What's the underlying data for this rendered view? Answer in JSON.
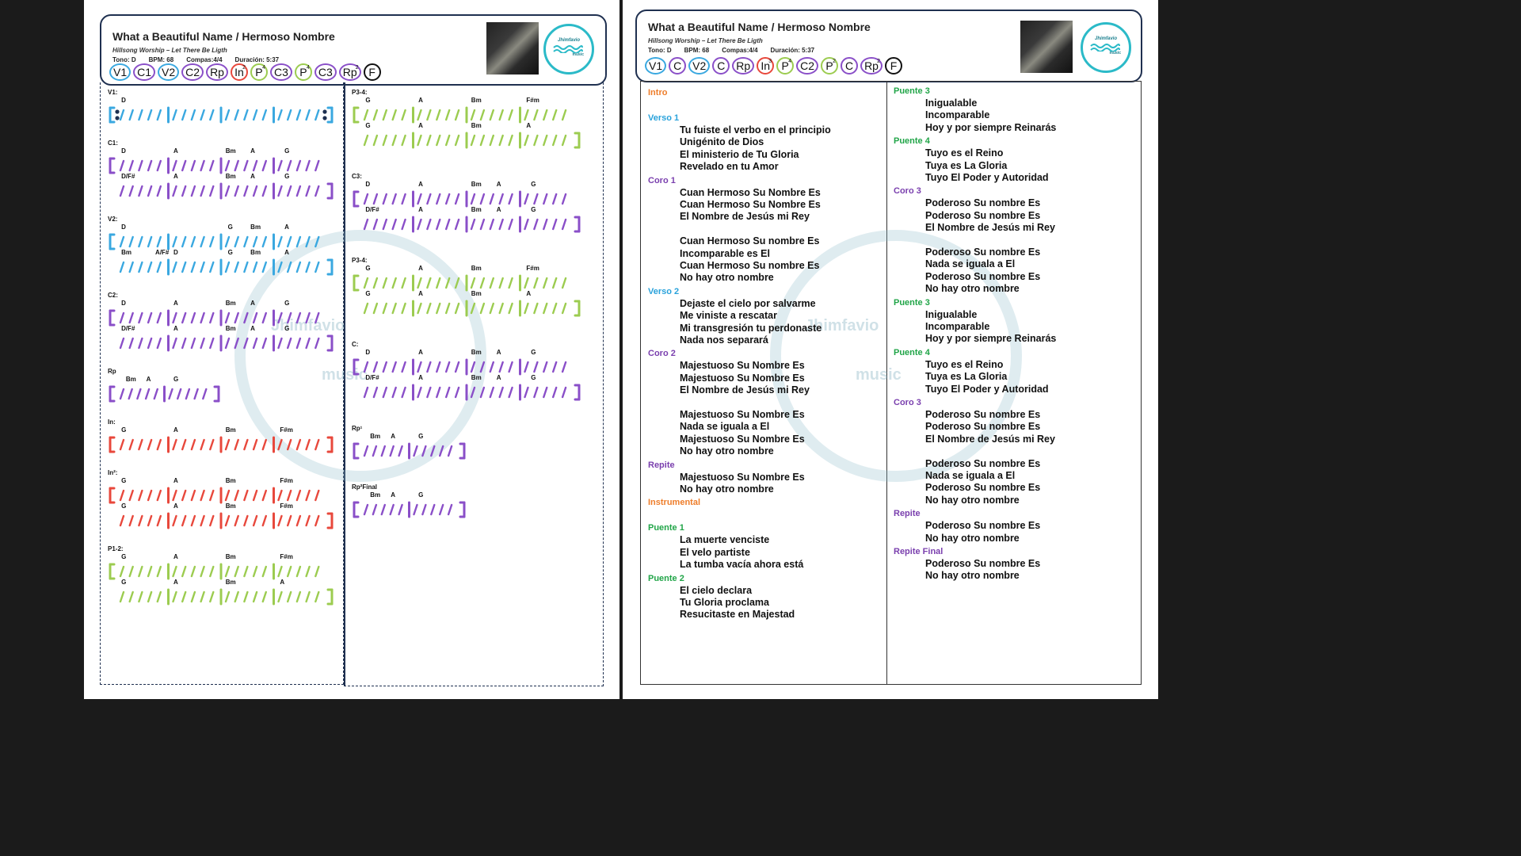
{
  "song": {
    "title": "What a Beautiful Name / Hermoso Nombre",
    "subtitle": "Hillsong Worship – Let There Be Ligth",
    "tono": "Tono: D",
    "bpm": "BPM: 68",
    "compas": "Compas:4/4",
    "duracion": "Duración: 5:37"
  },
  "logo": {
    "name": "Jhimfavio",
    "sub": "music"
  },
  "watermark": {
    "name": "Jhimfavio",
    "sub": "music"
  },
  "colors": {
    "blue": "#3aa8e0",
    "purple": "#8a4fc8",
    "green": "#9ccc50",
    "red": "#e8483c",
    "orange": "#ee7d2a",
    "verse": "#29a2db",
    "coro": "#7a3fae",
    "puente": "#21a548",
    "black": "#111111",
    "frame": "#1f3050"
  },
  "roadmap_left": [
    {
      "label": "V1",
      "sup": "",
      "color": "blue"
    },
    {
      "label": "C1",
      "sup": "",
      "color": "purple"
    },
    {
      "label": "V2",
      "sup": "",
      "color": "blue"
    },
    {
      "label": "C2",
      "sup": "",
      "color": "purple"
    },
    {
      "label": "Rp",
      "sup": "",
      "color": "purple"
    },
    {
      "label": "In",
      "sup": "2",
      "color": "red"
    },
    {
      "label": "P",
      "sup": "4",
      "color": "green"
    },
    {
      "label": "C3",
      "sup": "",
      "color": "purple"
    },
    {
      "label": "P",
      "sup": "4",
      "color": "green"
    },
    {
      "label": "C3",
      "sup": "",
      "color": "purple"
    },
    {
      "label": "Rp",
      "sup": "2",
      "color": "purple"
    },
    {
      "label": "F",
      "sup": "",
      "color": "black"
    }
  ],
  "roadmap_right": [
    {
      "label": "V1",
      "sup": "",
      "color": "blue"
    },
    {
      "label": "C",
      "sup": "",
      "color": "purple"
    },
    {
      "label": "V2",
      "sup": "",
      "color": "blue"
    },
    {
      "label": "C",
      "sup": "",
      "color": "purple"
    },
    {
      "label": "Rp",
      "sup": "",
      "color": "purple"
    },
    {
      "label": "In",
      "sup": "3",
      "color": "red"
    },
    {
      "label": "P",
      "sup": "4",
      "color": "green"
    },
    {
      "label": "C2",
      "sup": "",
      "color": "purple"
    },
    {
      "label": "P",
      "sup": "2",
      "color": "green"
    },
    {
      "label": "C",
      "sup": "",
      "color": "purple"
    },
    {
      "label": "Rp",
      "sup": "2",
      "color": "purple"
    },
    {
      "label": "F",
      "sup": "",
      "color": "black"
    }
  ],
  "chart_left": [
    {
      "label": "V1:",
      "rows": [
        {
          "chords": [
            {
              "t": "D",
              "p": 0.06
            }
          ],
          "color": "blue",
          "bars": 4,
          "repeat": true
        }
      ]
    },
    {
      "label": "C1:",
      "rows": [
        {
          "chords": [
            {
              "t": "D",
              "p": 0.06
            },
            {
              "t": "A",
              "p": 0.29
            },
            {
              "t": "Bm",
              "p": 0.52
            },
            {
              "t": "A",
              "p": 0.63
            },
            {
              "t": "G",
              "p": 0.78
            }
          ],
          "color": "purple",
          "bars": 4,
          "open": true
        },
        {
          "chords": [
            {
              "t": "D/F#",
              "p": 0.06
            },
            {
              "t": "A",
              "p": 0.29
            },
            {
              "t": "Bm",
              "p": 0.52
            },
            {
              "t": "A",
              "p": 0.63
            },
            {
              "t": "G",
              "p": 0.78
            }
          ],
          "color": "purple",
          "bars": 4,
          "close": true
        }
      ]
    },
    {
      "label": "V2:",
      "rows": [
        {
          "chords": [
            {
              "t": "D",
              "p": 0.06
            },
            {
              "t": "G",
              "p": 0.53
            },
            {
              "t": "Bm",
              "p": 0.63
            },
            {
              "t": "A",
              "p": 0.78
            }
          ],
          "color": "blue",
          "bars": 4,
          "open": true
        },
        {
          "chords": [
            {
              "t": "Bm",
              "p": 0.06
            },
            {
              "t": "A/F#",
              "p": 0.21
            },
            {
              "t": "D",
              "p": 0.29
            },
            {
              "t": "G",
              "p": 0.53
            },
            {
              "t": "Bm",
              "p": 0.63
            },
            {
              "t": "A",
              "p": 0.78
            }
          ],
          "color": "blue",
          "bars": 4,
          "close": true
        }
      ]
    },
    {
      "label": "C2:",
      "rows": [
        {
          "chords": [
            {
              "t": "D",
              "p": 0.06
            },
            {
              "t": "A",
              "p": 0.29
            },
            {
              "t": "Bm",
              "p": 0.52
            },
            {
              "t": "A",
              "p": 0.63
            },
            {
              "t": "G",
              "p": 0.78
            }
          ],
          "color": "purple",
          "bars": 4,
          "open": true
        },
        {
          "chords": [
            {
              "t": "D/F#",
              "p": 0.06
            },
            {
              "t": "A",
              "p": 0.29
            },
            {
              "t": "Bm",
              "p": 0.52
            },
            {
              "t": "A",
              "p": 0.63
            },
            {
              "t": "G",
              "p": 0.78
            }
          ],
          "color": "purple",
          "bars": 4,
          "close": true
        }
      ]
    },
    {
      "label": "Rp",
      "rows": [
        {
          "chords": [
            {
              "t": "Bm",
              "p": 0.08
            },
            {
              "t": "A",
              "p": 0.17
            },
            {
              "t": "G",
              "p": 0.29
            }
          ],
          "color": "purple",
          "bars": 2,
          "open": true,
          "close": true
        }
      ]
    },
    {
      "label": "In:",
      "rows": [
        {
          "chords": [
            {
              "t": "G",
              "p": 0.06
            },
            {
              "t": "A",
              "p": 0.29
            },
            {
              "t": "Bm",
              "p": 0.52
            },
            {
              "t": "F#m",
              "p": 0.76
            }
          ],
          "color": "red",
          "bars": 4,
          "open": true,
          "close": true
        }
      ]
    },
    {
      "label": "In²:",
      "rows": [
        {
          "chords": [
            {
              "t": "G",
              "p": 0.06
            },
            {
              "t": "A",
              "p": 0.29
            },
            {
              "t": "Bm",
              "p": 0.52
            },
            {
              "t": "F#m",
              "p": 0.76
            }
          ],
          "color": "red",
          "bars": 4,
          "open": true
        },
        {
          "chords": [
            {
              "t": "G",
              "p": 0.06
            },
            {
              "t": "A",
              "p": 0.29
            },
            {
              "t": "Bm",
              "p": 0.52
            },
            {
              "t": "F#m",
              "p": 0.76
            }
          ],
          "color": "red",
          "bars": 4,
          "close": true
        }
      ]
    },
    {
      "label": "P1-2:",
      "rows": [
        {
          "chords": [
            {
              "t": "G",
              "p": 0.06
            },
            {
              "t": "A",
              "p": 0.29
            },
            {
              "t": "Bm",
              "p": 0.52
            },
            {
              "t": "F#m",
              "p": 0.76
            }
          ],
          "color": "green",
          "bars": 4,
          "open": true
        },
        {
          "chords": [
            {
              "t": "G",
              "p": 0.06
            },
            {
              "t": "A",
              "p": 0.29
            },
            {
              "t": "Bm",
              "p": 0.52
            },
            {
              "t": "A",
              "p": 0.76
            }
          ],
          "color": "green",
          "bars": 4,
          "close": true
        }
      ]
    }
  ],
  "chart_right": [
    {
      "label": "P3-4:",
      "rows": [
        {
          "chords": [
            {
              "t": "G",
              "p": 0.06
            },
            {
              "t": "A",
              "p": 0.29
            },
            {
              "t": "Bm",
              "p": 0.52
            },
            {
              "t": "F#m",
              "p": 0.76
            }
          ],
          "color": "green",
          "bars": 4,
          "open": true
        },
        {
          "chords": [
            {
              "t": "G",
              "p": 0.06
            },
            {
              "t": "A",
              "p": 0.29
            },
            {
              "t": "Bm",
              "p": 0.52
            },
            {
              "t": "A",
              "p": 0.76
            }
          ],
          "color": "green",
          "bars": 4,
          "close": true
        }
      ]
    },
    {
      "label": "C3:",
      "rows": [
        {
          "chords": [
            {
              "t": "D",
              "p": 0.06
            },
            {
              "t": "A",
              "p": 0.29
            },
            {
              "t": "Bm",
              "p": 0.52
            },
            {
              "t": "A",
              "p": 0.63
            },
            {
              "t": "G",
              "p": 0.78
            }
          ],
          "color": "purple",
          "bars": 4,
          "open": true
        },
        {
          "chords": [
            {
              "t": "D/F#",
              "p": 0.06
            },
            {
              "t": "A",
              "p": 0.29
            },
            {
              "t": "Bm",
              "p": 0.52
            },
            {
              "t": "A",
              "p": 0.63
            },
            {
              "t": "G",
              "p": 0.78
            }
          ],
          "color": "purple",
          "bars": 4,
          "close": true
        }
      ]
    },
    {
      "label": "P3-4:",
      "rows": [
        {
          "chords": [
            {
              "t": "G",
              "p": 0.06
            },
            {
              "t": "A",
              "p": 0.29
            },
            {
              "t": "Bm",
              "p": 0.52
            },
            {
              "t": "F#m",
              "p": 0.76
            }
          ],
          "color": "green",
          "bars": 4,
          "open": true
        },
        {
          "chords": [
            {
              "t": "G",
              "p": 0.06
            },
            {
              "t": "A",
              "p": 0.29
            },
            {
              "t": "Bm",
              "p": 0.52
            },
            {
              "t": "A",
              "p": 0.76
            }
          ],
          "color": "green",
          "bars": 4,
          "close": true
        }
      ]
    },
    {
      "label": "C:",
      "rows": [
        {
          "chords": [
            {
              "t": "D",
              "p": 0.06
            },
            {
              "t": "A",
              "p": 0.29
            },
            {
              "t": "Bm",
              "p": 0.52
            },
            {
              "t": "A",
              "p": 0.63
            },
            {
              "t": "G",
              "p": 0.78
            }
          ],
          "color": "purple",
          "bars": 4,
          "open": true
        },
        {
          "chords": [
            {
              "t": "D/F#",
              "p": 0.06
            },
            {
              "t": "A",
              "p": 0.29
            },
            {
              "t": "Bm",
              "p": 0.52
            },
            {
              "t": "A",
              "p": 0.63
            },
            {
              "t": "G",
              "p": 0.78
            }
          ],
          "color": "purple",
          "bars": 4,
          "close": true
        }
      ]
    },
    {
      "label": "Rp¹",
      "rows": [
        {
          "chords": [
            {
              "t": "Bm",
              "p": 0.08
            },
            {
              "t": "A",
              "p": 0.17
            },
            {
              "t": "G",
              "p": 0.29
            }
          ],
          "color": "purple",
          "bars": 2,
          "open": true,
          "close": true
        }
      ]
    },
    {
      "label": "Rp²Final",
      "rows": [
        {
          "chords": [
            {
              "t": "Bm",
              "p": 0.08
            },
            {
              "t": "A",
              "p": 0.17
            },
            {
              "t": "G",
              "p": 0.29
            }
          ],
          "color": "purple",
          "bars": 2,
          "open": true,
          "close": true
        }
      ]
    }
  ],
  "lyrics_left": [
    {
      "title": "Intro",
      "color": "orange",
      "lines": []
    },
    {
      "title": "Verso 1",
      "color": "verse",
      "lines": [
        "Tu fuiste el verbo en el principio",
        "Unigénito de Dios",
        "El ministerio de Tu Gloria",
        "Revelado en tu Amor"
      ]
    },
    {
      "title": "Coro 1",
      "color": "coro",
      "lines": [
        "Cuan Hermoso Su Nombre Es",
        "Cuan Hermoso Su Nombre Es",
        "El Nombre de Jesús mi Rey",
        "",
        "Cuan Hermoso Su nombre Es",
        "Incomparable es El",
        "Cuan Hermoso Su nombre Es",
        "No hay otro nombre"
      ]
    },
    {
      "title": "Verso 2",
      "color": "verse",
      "lines": [
        "Dejaste el cielo por salvarme",
        "Me viniste a rescatar",
        "Mi transgresión tu perdonaste",
        "Nada nos separará"
      ]
    },
    {
      "title": "Coro 2",
      "color": "coro",
      "lines": [
        "Majestuoso Su Nombre Es",
        "Majestuoso Su Nombre Es",
        "El Nombre de Jesús mi Rey",
        "",
        "Majestuoso Su Nombre Es",
        "Nada se iguala a El",
        "Majestuoso Su Nombre Es",
        "No hay otro nombre"
      ]
    },
    {
      "title": "Repite",
      "color": "coro",
      "lines": [
        "Majestuoso Su Nombre Es",
        "No hay otro nombre"
      ]
    },
    {
      "title": "Instrumental",
      "color": "orange",
      "lines": []
    },
    {
      "title": "Puente 1",
      "color": "puente",
      "lines": [
        "La muerte venciste",
        "El velo partiste",
        "La tumba vacía ahora está"
      ]
    },
    {
      "title": "Puente 2",
      "color": "puente",
      "lines": [
        "El cielo declara",
        "Tu Gloria proclama",
        "Resucitaste en Majestad"
      ]
    }
  ],
  "lyrics_right": [
    {
      "title": "Puente 3",
      "color": "puente",
      "lines": [
        "Inigualable",
        "Incomparable",
        "Hoy y por siempre Reinarás"
      ]
    },
    {
      "title": "Puente 4",
      "color": "puente",
      "lines": [
        "Tuyo es el Reino",
        "Tuya es La Gloria",
        "Tuyo El Poder y Autoridad"
      ]
    },
    {
      "title": "Coro 3",
      "color": "coro",
      "lines": [
        "Poderoso Su nombre Es",
        "Poderoso Su nombre Es",
        "El Nombre de Jesús mi Rey",
        "",
        "Poderoso Su nombre Es",
        "Nada se iguala a El",
        "Poderoso Su nombre Es",
        "No hay otro nombre"
      ]
    },
    {
      "title": "Puente 3",
      "color": "puente",
      "lines": [
        "Inigualable",
        "Incomparable",
        "Hoy y por siempre Reinarás"
      ]
    },
    {
      "title": "Puente 4",
      "color": "puente",
      "lines": [
        "Tuyo es el Reino",
        "Tuya es La Gloria",
        "Tuyo El Poder y Autoridad"
      ]
    },
    {
      "title": "Coro 3",
      "color": "coro",
      "lines": [
        "Poderoso Su nombre Es",
        "Poderoso Su nombre Es",
        "El Nombre de Jesús mi Rey",
        "",
        "Poderoso Su nombre Es",
        "Nada se iguala a El",
        "Poderoso Su nombre Es",
        "No hay otro nombre"
      ]
    },
    {
      "title": "Repite",
      "color": "coro",
      "lines": [
        "Poderoso Su nombre Es",
        "No hay otro nombre"
      ]
    },
    {
      "title": "Repite Final",
      "color": "coro",
      "lines": [
        "Poderoso Su nombre Es",
        "No hay otro nombre"
      ]
    }
  ]
}
